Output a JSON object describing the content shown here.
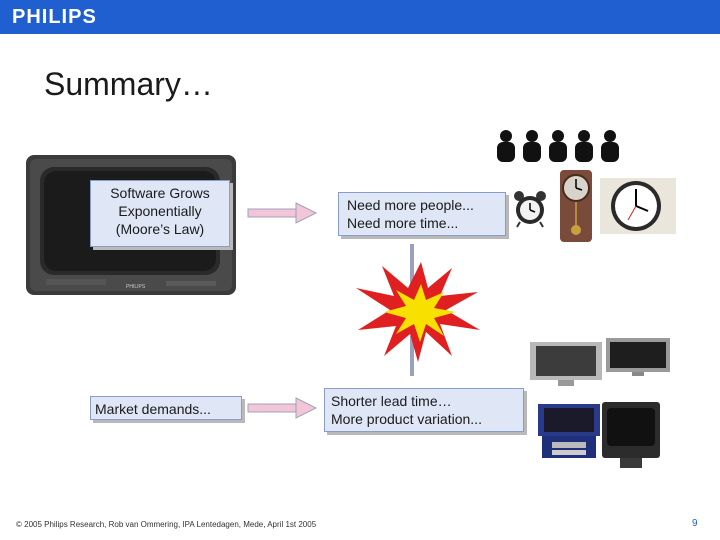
{
  "header": {
    "brand": "PHILIPS",
    "bar_color": "#1f5fd0"
  },
  "slide": {
    "title": "Summary…"
  },
  "boxes": {
    "software_grows": [
      "Software Grows",
      "Exponentially",
      "(Moore’s Law)"
    ],
    "need_more": [
      "Need more people...",
      "Need more time..."
    ],
    "market_demands": "Market demands...",
    "shorter_lead": [
      "Shorter lead time…",
      "More product variation..."
    ]
  },
  "tv_brand": "PHILIPS",
  "footer": {
    "text": "© 2005 Philips Research,  Rob van Ommering, IPA Lentedagen, Mede, April 1st 2005",
    "page": "9"
  },
  "colors": {
    "accent": "#1f5fd0",
    "box_fill": "#dfe7f7",
    "burst_red": "#e02020",
    "burst_yellow": "#f8e000"
  },
  "icons": [
    "crt-tv-icon",
    "people-silhouettes-icon",
    "alarm-clock-icon",
    "pendulum-clock-icon",
    "wall-clock-icon",
    "explosion-icon",
    "flat-tv-icon",
    "tv-cabinet-icon"
  ]
}
